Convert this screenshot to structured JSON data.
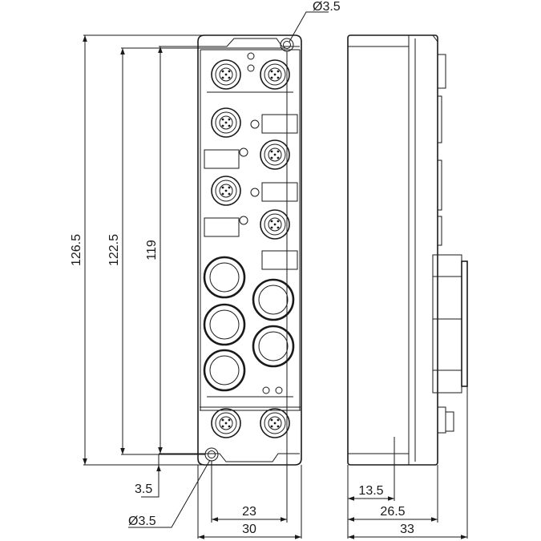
{
  "drawing": {
    "dimensions": {
      "height_outer": "126.5",
      "height_holes": "122.5",
      "height_body": "119",
      "hole_top": "Ø3.5",
      "hole_bottom": "Ø3.5",
      "hole_offset": "3.5",
      "width_holes": "23",
      "width_front": "30",
      "depth_inner": "13.5",
      "depth_mid": "26.5",
      "depth_total": "33"
    },
    "colors": {
      "line": "#1a1a1a",
      "background": "#ffffff"
    }
  }
}
